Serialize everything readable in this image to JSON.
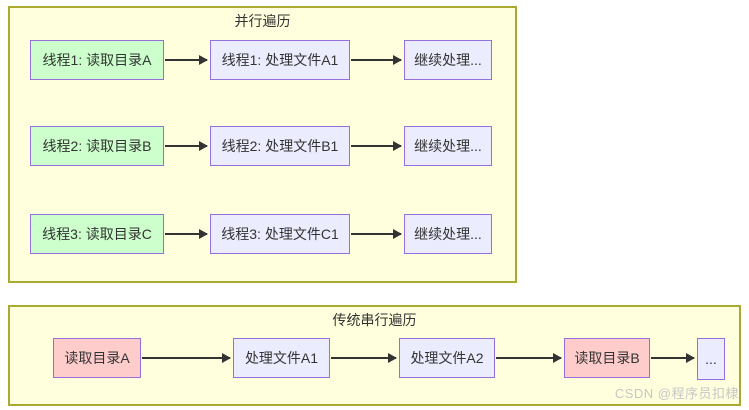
{
  "colors": {
    "page_background": "#ffffff",
    "group_fill": "#ffffde",
    "group_border": "#aaaa33",
    "node_border": "#9370DB",
    "node_green_fill": "#ccffcc",
    "node_purple_fill": "#ECECFF",
    "node_pink_fill": "#ffcccc",
    "arrow_color": "#333333",
    "text_color": "#333333",
    "watermark_color": "#c6c6c6"
  },
  "diagram": {
    "parallel": {
      "title": "并行遍历",
      "rows": [
        {
          "read": "线程1: 读取目录A",
          "process": "线程1: 处理文件A1",
          "continue": "继续处理..."
        },
        {
          "read": "线程2: 读取目录B",
          "process": "线程2: 处理文件B1",
          "continue": "继续处理..."
        },
        {
          "read": "线程3: 读取目录C",
          "process": "线程3: 处理文件C1",
          "continue": "继续处理..."
        }
      ]
    },
    "serial": {
      "title": "传统串行遍历",
      "nodes": [
        {
          "label": "读取目录A"
        },
        {
          "label": "处理文件A1"
        },
        {
          "label": "处理文件A2"
        },
        {
          "label": "读取目录B"
        },
        {
          "label": "..."
        }
      ]
    },
    "watermark": "CSDN @程序员扣棣"
  }
}
